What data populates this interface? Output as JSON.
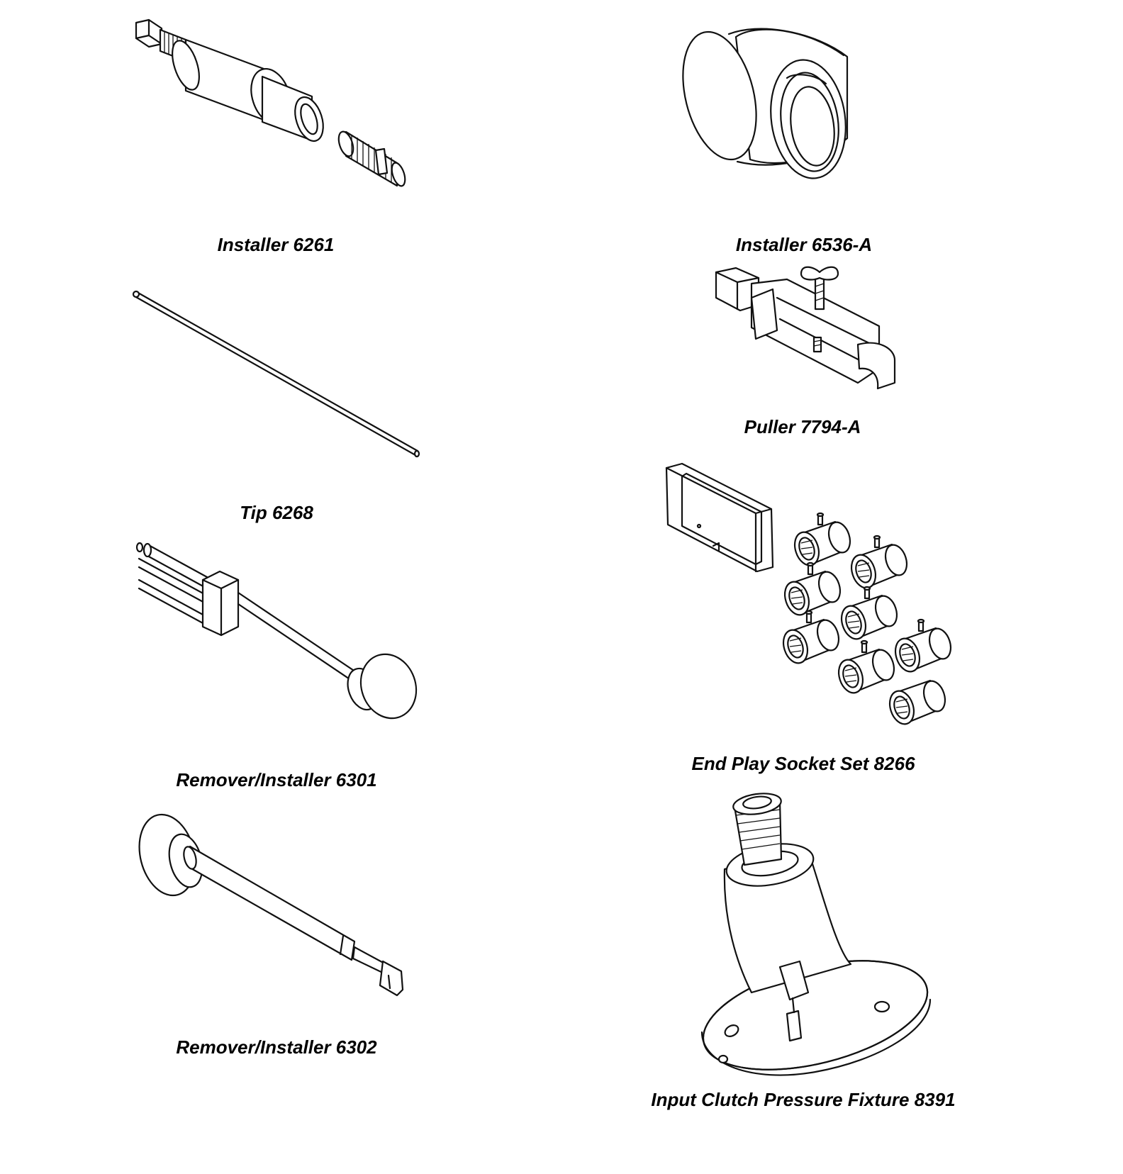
{
  "tools": [
    {
      "id": "installer-6261",
      "caption": "Installer 6261"
    },
    {
      "id": "installer-6536a",
      "caption": "Installer 6536-A"
    },
    {
      "id": "tip-6268",
      "caption": "Tip 6268"
    },
    {
      "id": "puller-7794a",
      "caption": "Puller 7794-A"
    },
    {
      "id": "remover-installer-6301",
      "caption": "Remover/Installer 6301"
    },
    {
      "id": "end-play-socket-set-8266",
      "caption": "End Play Socket Set 8266"
    },
    {
      "id": "remover-installer-6302",
      "caption": "Remover/Installer 6302"
    },
    {
      "id": "input-clutch-pressure-fixture-8391",
      "caption": "Input Clutch Pressure Fixture 8391"
    }
  ]
}
